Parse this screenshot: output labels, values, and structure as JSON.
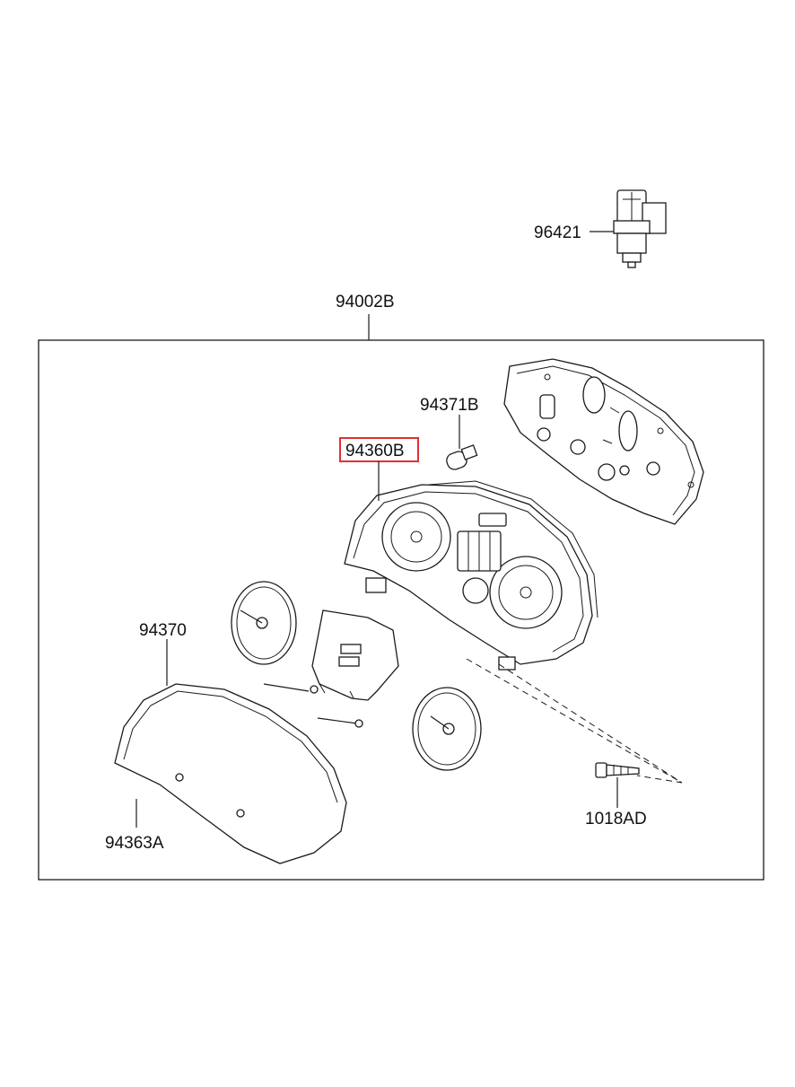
{
  "diagram": {
    "assembly_label": "94002B",
    "highlight_color": "#e03030",
    "parts": [
      {
        "id": "96421",
        "label": "96421",
        "highlighted": false
      },
      {
        "id": "94371B",
        "label": "94371B",
        "highlighted": false
      },
      {
        "id": "94360B",
        "label": "94360B",
        "highlighted": true
      },
      {
        "id": "94370",
        "label": "94370",
        "highlighted": false
      },
      {
        "id": "94363A",
        "label": "94363A",
        "highlighted": false
      },
      {
        "id": "1018AD",
        "label": "1018AD",
        "highlighted": false
      }
    ]
  }
}
